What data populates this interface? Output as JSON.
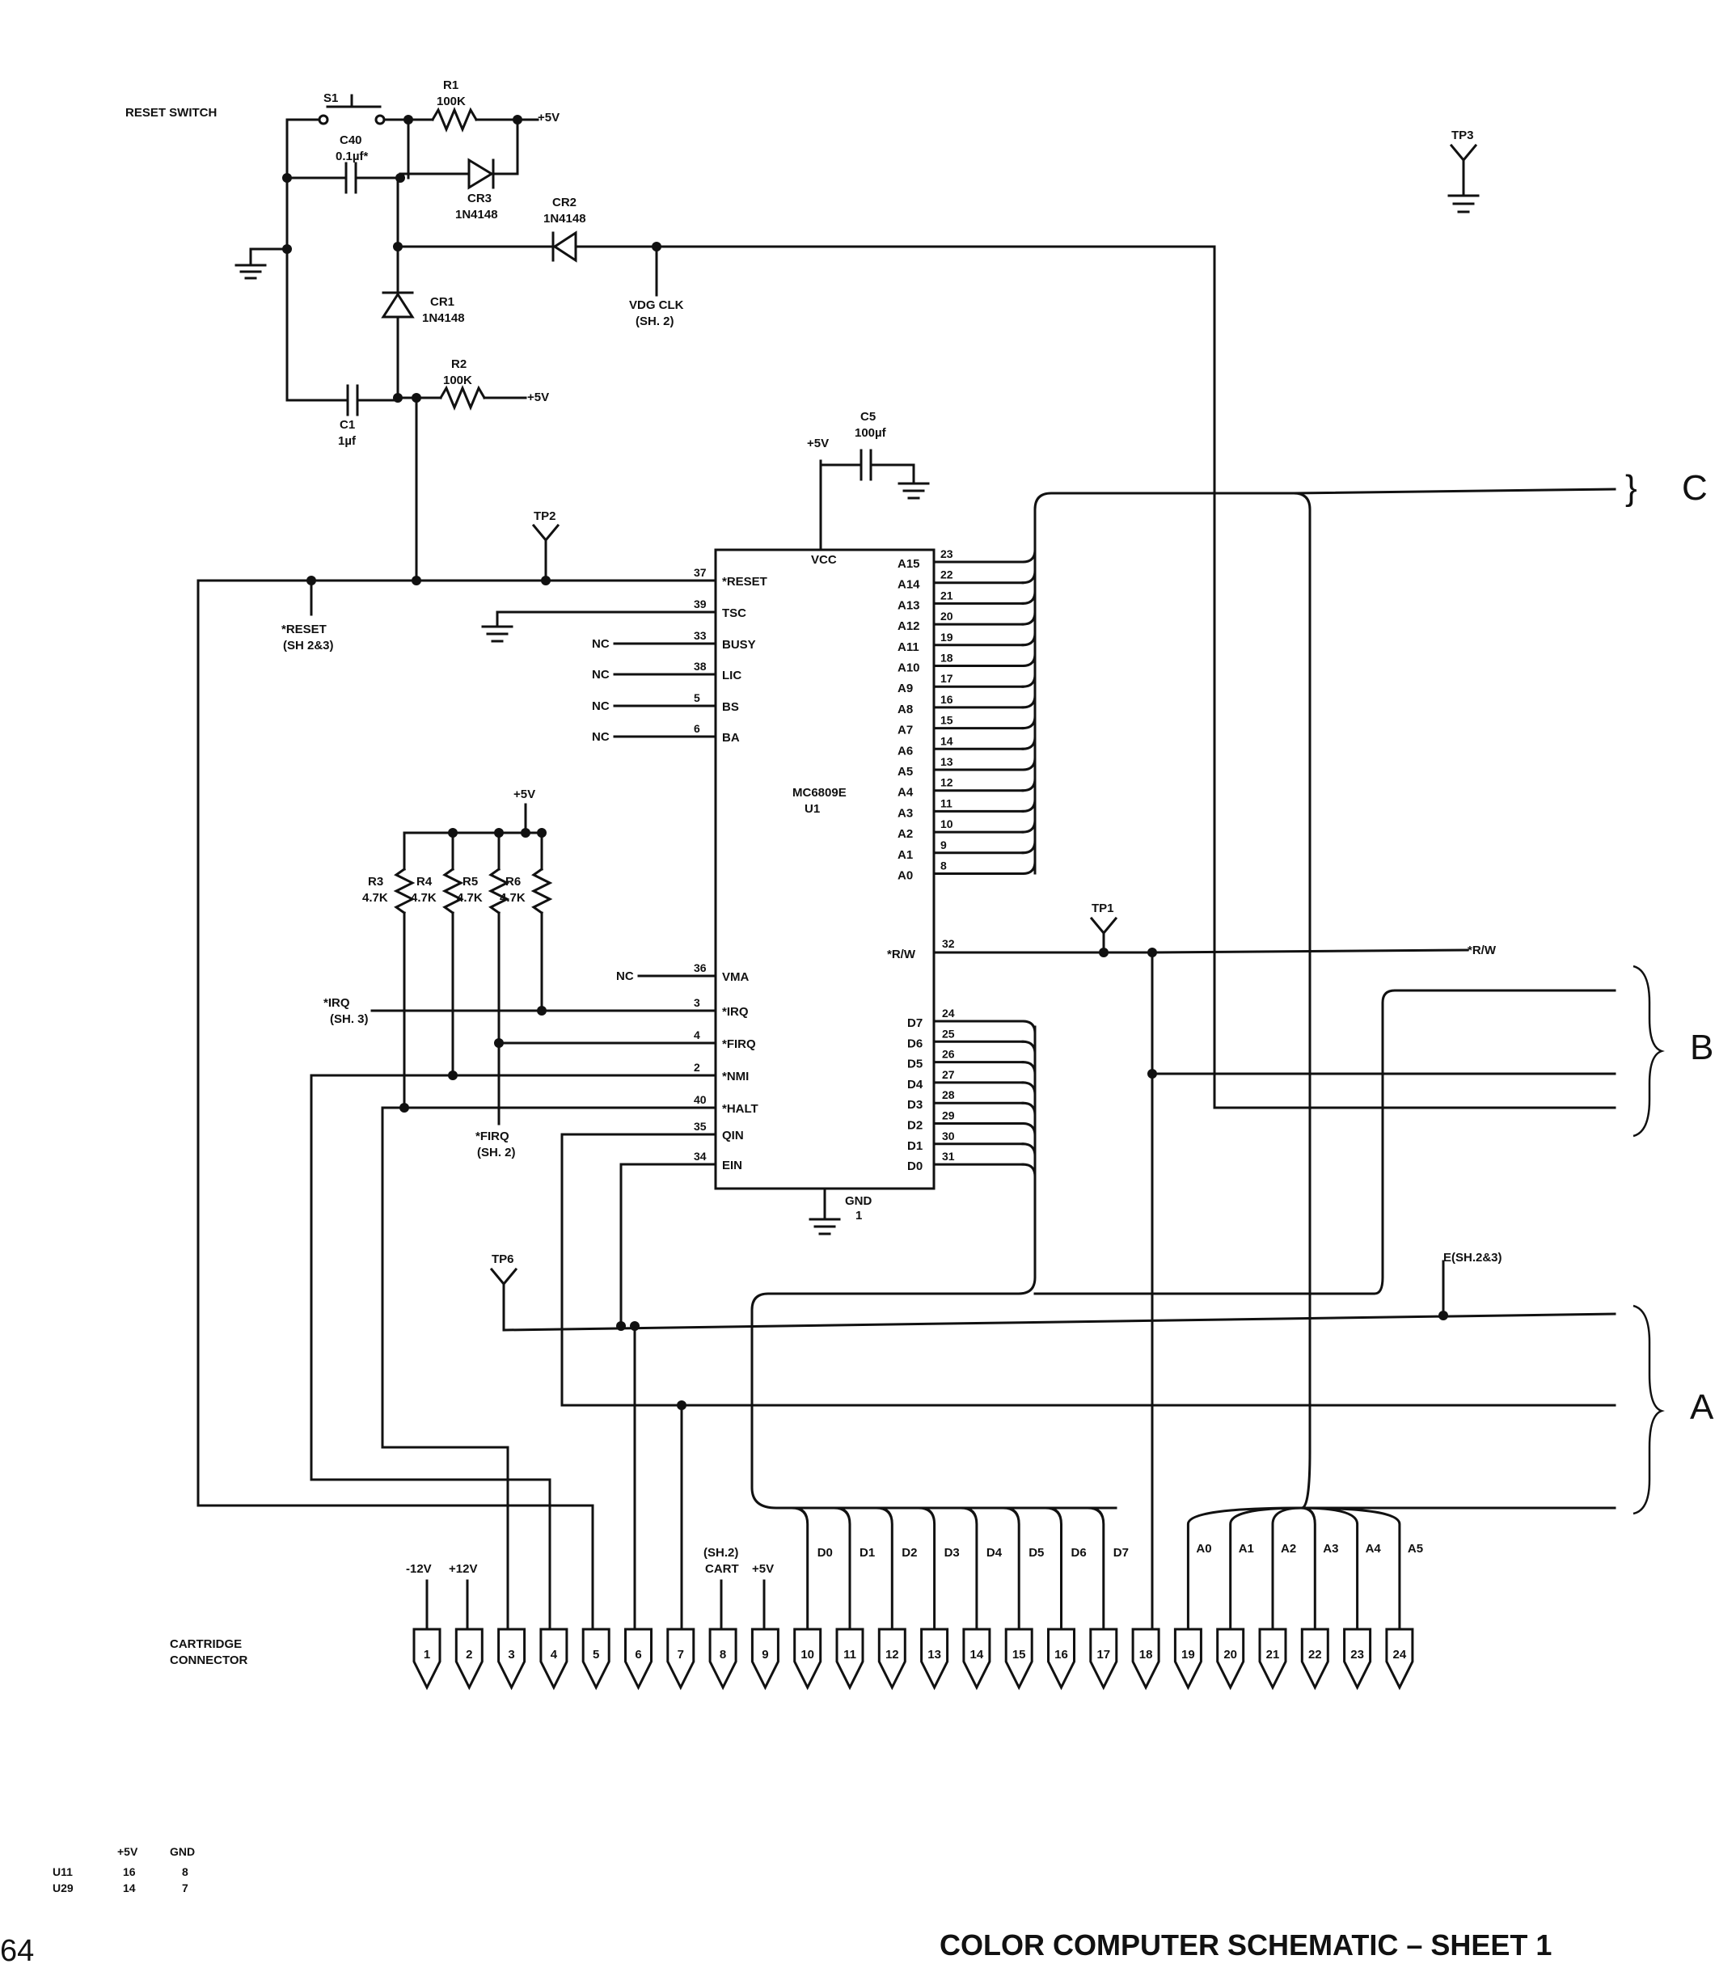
{
  "reset_circuit": {
    "reset_switch": "RESET SWITCH",
    "s1": "S1",
    "r1": "R1",
    "r1_value": "100K",
    "r2": "R2",
    "r2_value": "100K",
    "c40": "C40",
    "c40_value": "0.1µf*",
    "c1": "C1",
    "c1_value": "1µf",
    "cr1": "CR1",
    "cr1_part": "1N4148",
    "cr2": "CR2",
    "cr2_part": "1N4148",
    "cr3": "CR3",
    "cr3_part": "1N4148",
    "vdg_clk": "VDG CLK",
    "vdg_clk_ref": "(SH. 2)",
    "plus5v_r1": "+5V",
    "plus5v_r2": "+5V",
    "reset_sig": "*RESET",
    "reset_ref": "(SH 2&3)"
  },
  "test_points": {
    "tp1": "TP1",
    "tp2": "TP2",
    "tp3": "TP3",
    "tp6": "TP6"
  },
  "c5": {
    "label": "C5",
    "value": "100µf",
    "supply": "+5V"
  },
  "cpu": {
    "part": "MC6809E",
    "ref": "U1",
    "vcc": "VCC",
    "gnd": "GND",
    "gnd_pin": "1",
    "left_pins": [
      {
        "num": "37",
        "name": "*RESET"
      },
      {
        "num": "39",
        "name": "TSC"
      },
      {
        "num": "33",
        "name": "BUSY"
      },
      {
        "num": "38",
        "name": "LIC"
      },
      {
        "num": "5",
        "name": "BS"
      },
      {
        "num": "6",
        "name": "BA"
      },
      {
        "num": "36",
        "name": "VMA"
      },
      {
        "num": "3",
        "name": "*IRQ"
      },
      {
        "num": "4",
        "name": "*FIRQ"
      },
      {
        "num": "2",
        "name": "*NMI"
      },
      {
        "num": "40",
        "name": "*HALT"
      },
      {
        "num": "35",
        "name": "QIN"
      },
      {
        "num": "34",
        "name": "EIN"
      }
    ],
    "nc": "NC",
    "address_pins": [
      {
        "name": "A15",
        "num": "23"
      },
      {
        "name": "A14",
        "num": "22"
      },
      {
        "name": "A13",
        "num": "21"
      },
      {
        "name": "A12",
        "num": "20"
      },
      {
        "name": "A11",
        "num": "19"
      },
      {
        "name": "A10",
        "num": "18"
      },
      {
        "name": "A9",
        "num": "17"
      },
      {
        "name": "A8",
        "num": "16"
      },
      {
        "name": "A7",
        "num": "15"
      },
      {
        "name": "A6",
        "num": "14"
      },
      {
        "name": "A5",
        "num": "13"
      },
      {
        "name": "A4",
        "num": "12"
      },
      {
        "name": "A3",
        "num": "11"
      },
      {
        "name": "A2",
        "num": "10"
      },
      {
        "name": "A1",
        "num": "9"
      },
      {
        "name": "A0",
        "num": "8"
      }
    ],
    "rw_pin": {
      "name": "*R/W",
      "num": "32"
    },
    "data_pins": [
      {
        "name": "D7",
        "num": "24"
      },
      {
        "name": "D6",
        "num": "25"
      },
      {
        "name": "D5",
        "num": "26"
      },
      {
        "name": "D4",
        "num": "27"
      },
      {
        "name": "D3",
        "num": "28"
      },
      {
        "name": "D2",
        "num": "29"
      },
      {
        "name": "D1",
        "num": "30"
      },
      {
        "name": "D0",
        "num": "31"
      }
    ]
  },
  "pullups": {
    "supply": "+5V",
    "resistors": [
      {
        "ref": "R3",
        "value": "4.7K"
      },
      {
        "ref": "R4",
        "value": "4.7K"
      },
      {
        "ref": "R5",
        "value": "4.7K"
      },
      {
        "ref": "R6",
        "value": "4.7K"
      }
    ],
    "irq": "*IRQ",
    "irq_ref": "(SH. 3)",
    "firq": "*FIRQ",
    "firq_ref": "(SH. 2)"
  },
  "signals": {
    "rw": "*R/W",
    "e": "E(SH.2&3)"
  },
  "buses": {
    "a": "A",
    "b": "B",
    "c": "C"
  },
  "cartridge": {
    "title_line1": "CARTRIDGE",
    "title_line2": "CONNECTOR",
    "minus12v": "-12V",
    "plus12v": "+12V",
    "sh2": "(SH.2)",
    "cart": "CART",
    "plus5v": "+5V",
    "pins": [
      "1",
      "2",
      "3",
      "4",
      "5",
      "6",
      "7",
      "8",
      "9",
      "10",
      "11",
      "12",
      "13",
      "14",
      "15",
      "16",
      "17",
      "18",
      "19",
      "20",
      "21",
      "22",
      "23",
      "24"
    ],
    "data_labels": [
      "D0",
      "D1",
      "D2",
      "D3",
      "D4",
      "D5",
      "D6",
      "D7"
    ],
    "addr_labels": [
      "A0",
      "A1",
      "A2",
      "A3",
      "A4",
      "A5"
    ]
  },
  "power_table": {
    "headers": [
      "+5V",
      "GND"
    ],
    "rows": [
      {
        "ic": "U11",
        "v5": "16",
        "gnd": "8"
      },
      {
        "ic": "U29",
        "v5": "14",
        "gnd": "7"
      }
    ]
  },
  "footer": {
    "page_number": "64",
    "title": "COLOR COMPUTER SCHEMATIC – SHEET 1"
  }
}
